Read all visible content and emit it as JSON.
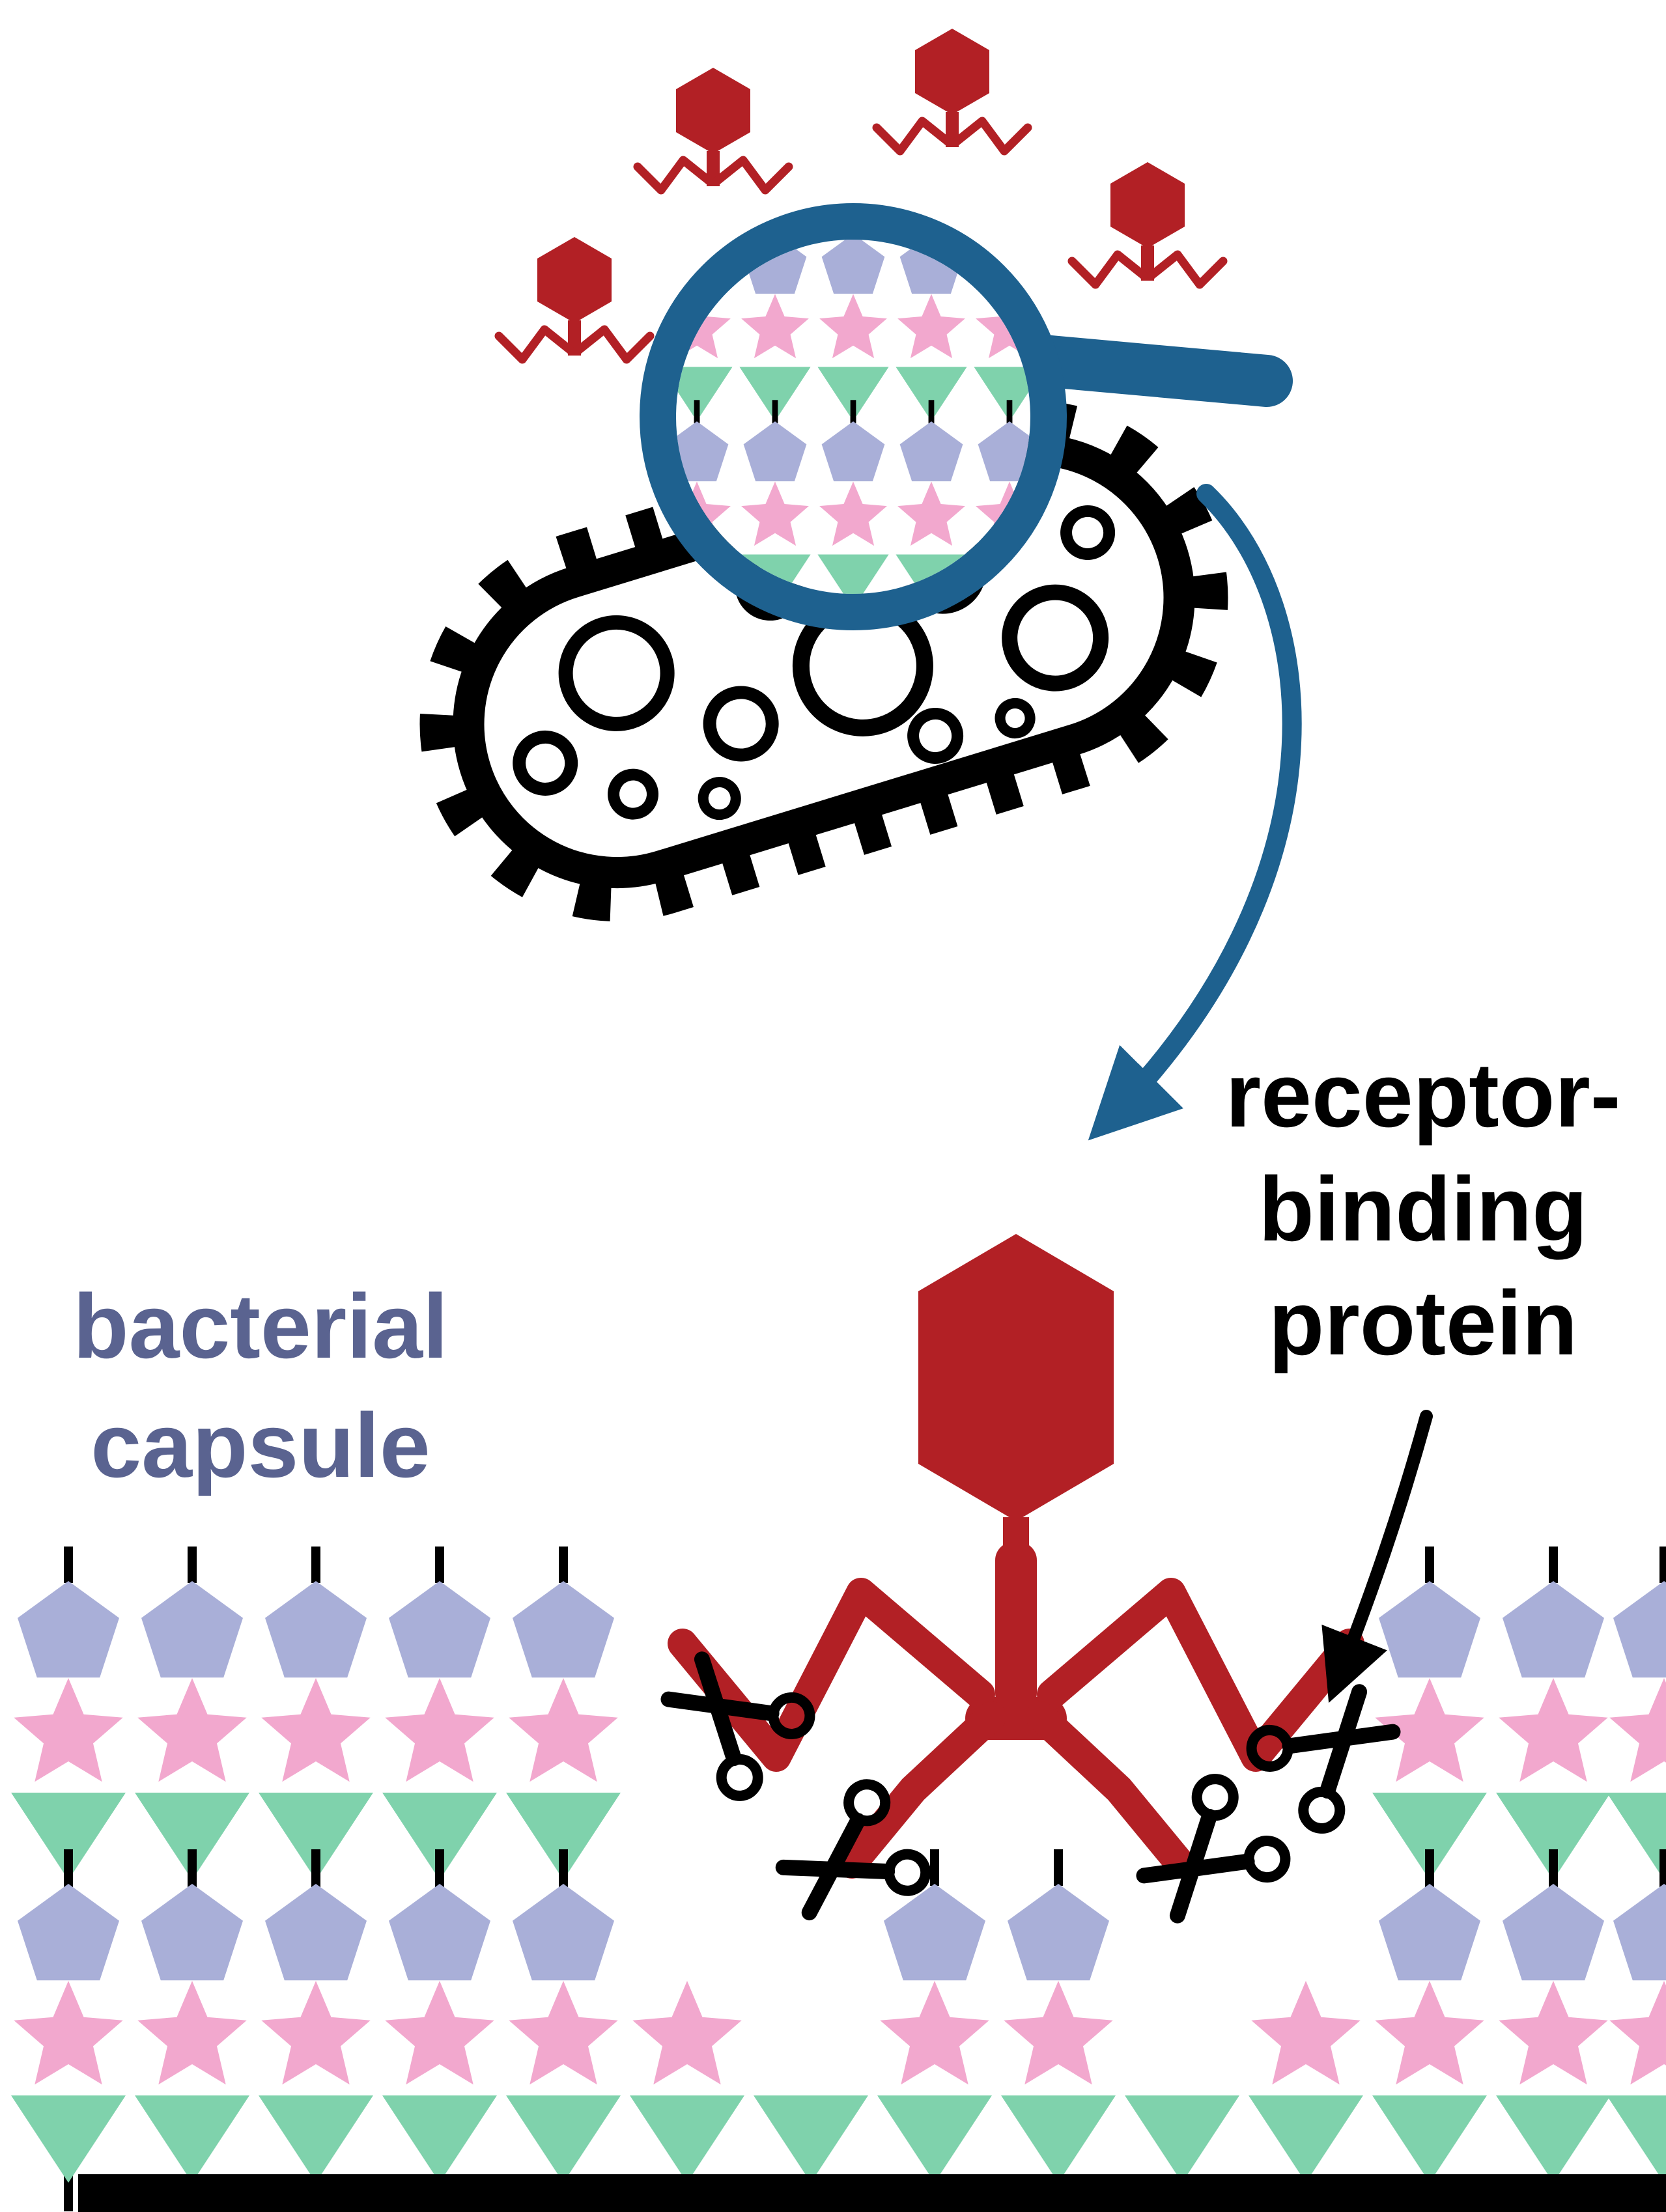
{
  "labels": {
    "bacterial_capsule": {
      "line1": "bacterial",
      "line2": "capsule"
    },
    "receptor_binding_protein": {
      "line1": "receptor-",
      "line2": "binding",
      "line3": "protein"
    }
  },
  "colors": {
    "phage_red": "#b22025",
    "magnifier_blue": "#1e618f",
    "pentagon_purple": "#a9afd8",
    "star_pink": "#f2a8ce",
    "triangle_green": "#7fd2ac",
    "label_purple": "#5a6390",
    "ink_black": "#000000"
  },
  "icons": [
    "bacteriophage-icon",
    "bacterium-icon",
    "magnifier-icon",
    "curved-arrow-icon",
    "pointer-arrow-icon",
    "scissors-icon",
    "capsule-pentagon-icon",
    "capsule-star-icon",
    "capsule-triangle-icon",
    "membrane-baseline"
  ]
}
